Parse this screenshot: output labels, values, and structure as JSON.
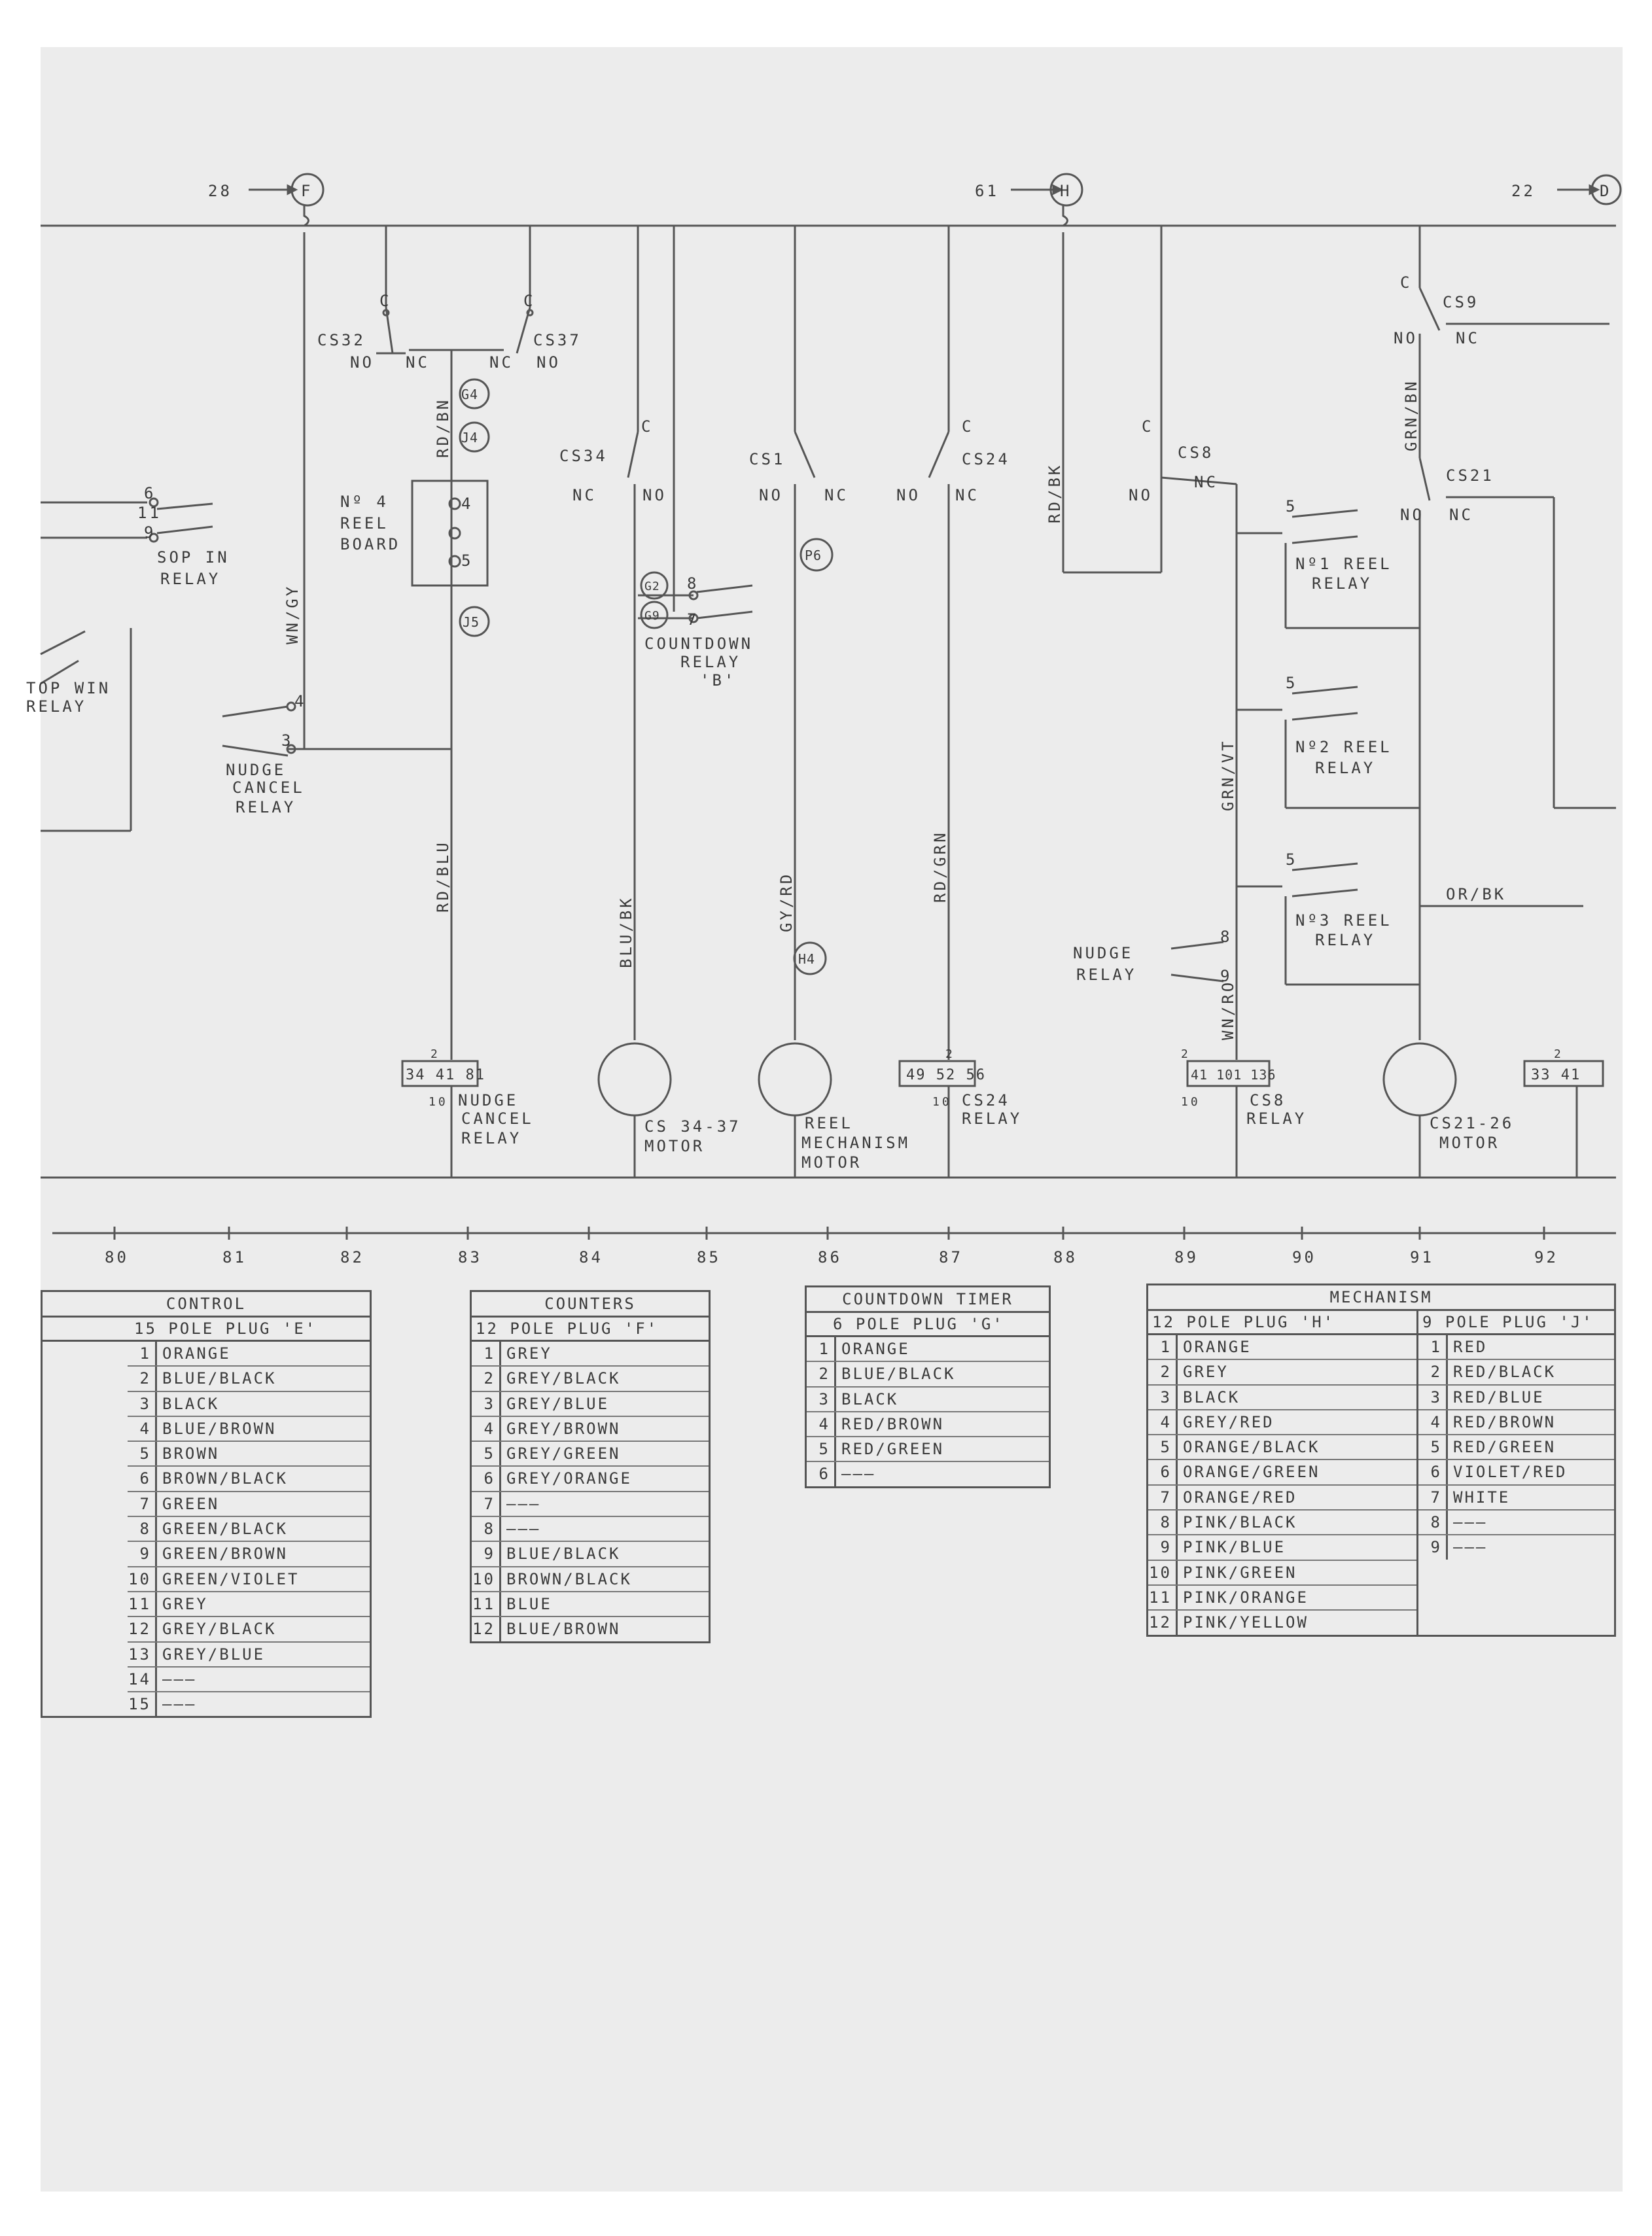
{
  "colors": {
    "paper": "#ececec",
    "ink": "#3a3a3a",
    "line": "#555555"
  },
  "terminals": [
    {
      "ref": "28",
      "letter": "F"
    },
    {
      "ref": "61",
      "letter": "H"
    },
    {
      "ref": "22",
      "letter": "D"
    }
  ],
  "labels": {
    "cs32": "CS32",
    "cs37": "CS37",
    "cs34": "CS34",
    "cs1": "CS1",
    "cs24": "CS24",
    "cs8": "CS8",
    "cs9": "CS9",
    "cs21": "CS21",
    "c": "C",
    "no": "NO",
    "nc": "NC",
    "reel_board": [
      "Nº 4",
      "REEL",
      "BOARD"
    ],
    "stop_win": [
      "SOP IN",
      "RELAY"
    ],
    "top_win": [
      "TOP WIN",
      "RELAY"
    ],
    "nudge_cancel": [
      "NUDGE",
      "CANCEL",
      "RELAY"
    ],
    "countdown_relay": [
      "COUNTDOWN",
      "RELAY",
      "'B'"
    ],
    "reel_relay_1": [
      "Nº1 REEL",
      "RELAY"
    ],
    "reel_relay_2": [
      "Nº2 REEL",
      "RELAY"
    ],
    "reel_relay_3": [
      "Nº3 REEL",
      "RELAY"
    ],
    "nudge_relay": [
      "NUDGE",
      "RELAY"
    ],
    "wire_rdbn": "RD/BN",
    "wire_wngy": "WN/GY",
    "wire_rdblu": "RD/BLU",
    "wire_blubk": "BLU/BK",
    "wire_gyrd": "GY/RD",
    "wire_rdgrn": "RD/GRN",
    "wire_rdbk": "RD/BK",
    "wire_grnvt": "GRN/VT",
    "wire_grnbn": "GRN/BN",
    "wire_orbk": "OR/BK",
    "wire_wnro": "WN/RO",
    "bubbles": [
      "G4",
      "J4",
      "J5",
      "P6",
      "H4",
      "G2",
      "G9"
    ],
    "plug_boxes": [
      "34 41 81",
      "49 52 56",
      "41 101 136",
      "33 41"
    ],
    "plug_labels": {
      "nudge_cancel": [
        "NUDGE",
        "CANCEL",
        "RELAY"
      ],
      "cs24_relay": [
        "CS24",
        "RELAY"
      ],
      "cs8_relay": [
        "CS8",
        "RELAY"
      ]
    },
    "motors": {
      "cs34": [
        "CS 34-37",
        "MOTOR"
      ],
      "reel": [
        "REEL",
        "MECHANISM",
        "MOTOR"
      ],
      "cs21": [
        "CS21-26",
        "MOTOR"
      ]
    },
    "small": {
      "n2": "2",
      "n10": "10",
      "n6": "6",
      "n11": "11",
      "n9": "9",
      "n4": "4",
      "n3": "3",
      "n5": "5",
      "n8": "8",
      "n7": "7",
      "p4": "4",
      "p5": "5"
    }
  },
  "ruler": [
    "80",
    "81",
    "82",
    "83",
    "84",
    "85",
    "86",
    "87",
    "88",
    "89",
    "90",
    "91",
    "92"
  ],
  "tables": {
    "control": {
      "title": "CONTROL",
      "header": "15 POLE PLUG 'E'",
      "rows": [
        "ORANGE",
        "BLUE/BLACK",
        "BLACK",
        "BLUE/BROWN",
        "BROWN",
        "BROWN/BLACK",
        "GREEN",
        "GREEN/BLACK",
        "GREEN/BROWN",
        "GREEN/VIOLET",
        "GREY",
        "GREY/BLACK",
        "GREY/BLUE",
        "———",
        "———"
      ],
      "nums": [
        "1",
        "2",
        "3",
        "4",
        "5",
        "6",
        "7",
        "8",
        "9",
        "10",
        "11",
        "12",
        "13",
        "14",
        "15"
      ]
    },
    "counters": {
      "title": "COUNTERS",
      "header": "12 POLE PLUG 'F'",
      "rows": [
        "GREY",
        "GREY/BLACK",
        "GREY/BLUE",
        "GREY/BROWN",
        "GREY/GREEN",
        "GREY/ORANGE",
        "———",
        "———",
        "BLUE/BLACK",
        "BROWN/BLACK",
        "BLUE",
        "BLUE/BROWN"
      ],
      "nums": [
        "1",
        "2",
        "3",
        "4",
        "5",
        "6",
        "7",
        "8",
        "9",
        "10",
        "11",
        "12"
      ]
    },
    "countdown": {
      "title": "COUNTDOWN TIMER",
      "header": "6 POLE PLUG 'G'",
      "rows": [
        "ORANGE",
        "BLUE/BLACK",
        "BLACK",
        "RED/BROWN",
        "RED/GREEN",
        "———"
      ],
      "nums": [
        "1",
        "2",
        "3",
        "4",
        "5",
        "6"
      ]
    },
    "mechanism": {
      "title": "MECHANISM",
      "header_h": "12 POLE PLUG 'H'",
      "header_j": "9 POLE PLUG 'J'",
      "rows_h": [
        "ORANGE",
        "GREY",
        "BLACK",
        "GREY/RED",
        "ORANGE/BLACK",
        "ORANGE/GREEN",
        "ORANGE/RED",
        "PINK/BLACK",
        "PINK/BLUE",
        "PINK/GREEN",
        "PINK/ORANGE",
        "PINK/YELLOW"
      ],
      "nums_h": [
        "1",
        "2",
        "3",
        "4",
        "5",
        "6",
        "7",
        "8",
        "9",
        "10",
        "11",
        "12"
      ],
      "rows_j": [
        "RED",
        "RED/BLACK",
        "RED/BLUE",
        "RED/BROWN",
        "RED/GREEN",
        "VIOLET/RED",
        "WHITE",
        "———",
        "———"
      ],
      "nums_j": [
        "1",
        "2",
        "3",
        "4",
        "5",
        "6",
        "7",
        "8",
        "9"
      ]
    }
  }
}
